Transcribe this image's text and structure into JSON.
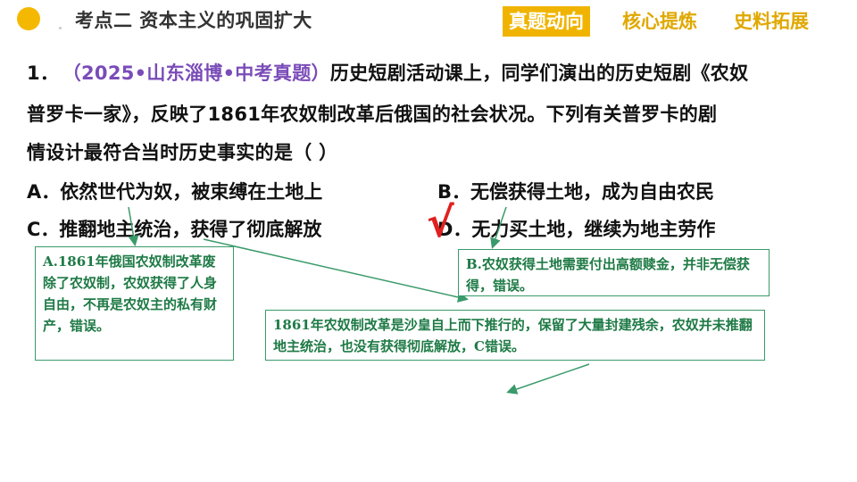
{
  "header": {
    "title": "考点二  资本主义的巩固扩大",
    "tabs": [
      {
        "label": "真题动向",
        "active": true
      },
      {
        "label": "核心提炼",
        "active": false
      },
      {
        "label": "史料拓展",
        "active": false
      }
    ]
  },
  "question": {
    "number": "1．",
    "source": "（2025•山东淄博•中考真题）",
    "line1_text": "历史短剧活动课上，同学们演出的历史短剧《农奴",
    "line2": "普罗卡一家》，反映了1861年农奴制改革后俄国的社会状况。下列有关普罗卡的剧",
    "line3": "情设计最符合当时历史事实的是（    ）"
  },
  "options": {
    "a": "A．依然世代为奴，被束缚在土地上",
    "b": "B．无偿获得土地，成为自由农民",
    "c": "C．推翻地主统治，获得了彻底解放",
    "d_letter": "D",
    "d_rest": "．无力买土地，继续为地主劳作"
  },
  "mark": {
    "symbol": "√",
    "color": "#e02020"
  },
  "explanations": {
    "a": "A.1861年俄国农奴制改革废除了农奴制，农奴获得了人身自由，不再是农奴主的私有财产，错误。",
    "b": "B.农奴获得土地需要付出高额赎金，并非无偿获得，错误。",
    "c": "1861年农奴制改革是沙皇自上而下推行的，保留了大量封建残余，农奴并未推翻地主统治，也没有获得彻底解放，C错误。"
  },
  "colors": {
    "accent": "#f0b400",
    "source": "#7a4cb8",
    "box_border": "#3a9a6a",
    "box_text": "#1e7a45"
  }
}
